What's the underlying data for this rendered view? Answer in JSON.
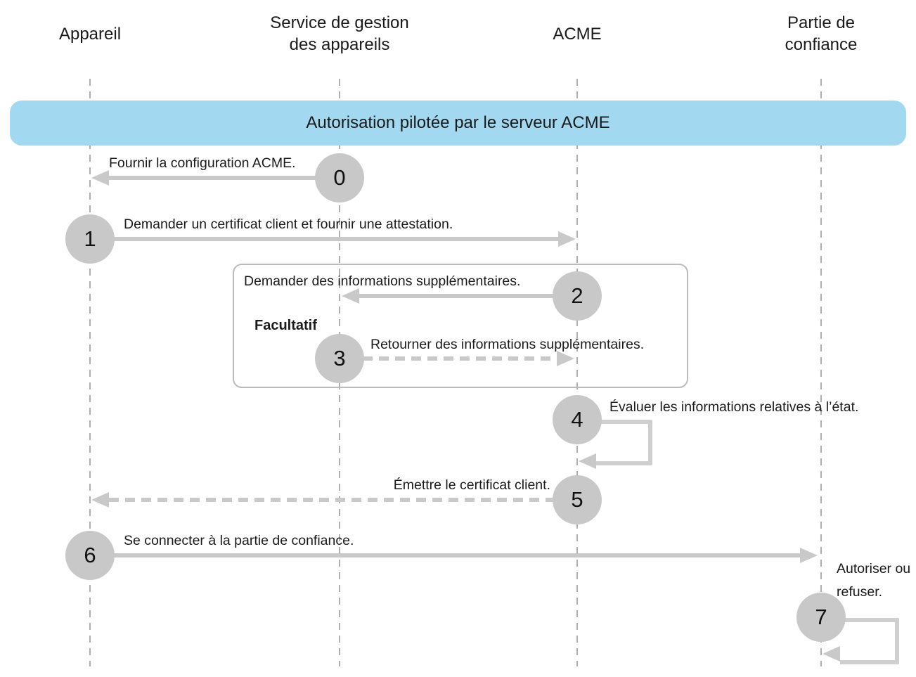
{
  "diagram": {
    "title_banner": "Autorisation pilotée par le serveur ACME",
    "actors": [
      {
        "id": "appareil",
        "line1": "Appareil",
        "line2": ""
      },
      {
        "id": "service-gestion-appareils",
        "line1": "Service de gestion",
        "line2": "des appareils"
      },
      {
        "id": "acme",
        "line1": "ACME",
        "line2": ""
      },
      {
        "id": "partie-confiance",
        "line1": "Partie de",
        "line2": "confiance"
      }
    ],
    "optional_label": "Facultatif",
    "steps": [
      {
        "num": "0",
        "label": "Fournir la configuration ACME.",
        "from": "Service de gestion des appareils",
        "to": "Appareil",
        "line": "solid",
        "direction": "left"
      },
      {
        "num": "1",
        "label": "Demander un certificat client et fournir une attestation.",
        "from": "Appareil",
        "to": "ACME",
        "line": "solid",
        "direction": "right"
      },
      {
        "num": "2",
        "label": "Demander des informations supplémentaires.",
        "from": "ACME",
        "to": "Service de gestion des appareils",
        "line": "solid",
        "direction": "left",
        "optional": true
      },
      {
        "num": "3",
        "label": "Retourner des informations supplémentaires.",
        "from": "Service de gestion des appareils",
        "to": "ACME",
        "line": "dashed",
        "direction": "right",
        "optional": true
      },
      {
        "num": "4",
        "label": "Évaluer les informations relatives à l’état.",
        "from": "ACME",
        "to": "ACME",
        "line": "self-loop"
      },
      {
        "num": "5",
        "label": "Émettre le certificat client.",
        "from": "ACME",
        "to": "Appareil",
        "line": "dashed",
        "direction": "left"
      },
      {
        "num": "6",
        "label": "Se connecter à la partie de confiance.",
        "from": "Appareil",
        "to": "Partie de confiance",
        "line": "solid",
        "direction": "right"
      },
      {
        "num": "7",
        "label": "Autoriser ou refuser.",
        "from": "Partie de confiance",
        "to": "Partie de confiance",
        "line": "self-loop"
      }
    ],
    "colors": {
      "banner_bg": "#A3D9F0",
      "circle_fill": "#C8C8C8",
      "arrow": "#C9C9C9",
      "lifeline": "#AFAFAF",
      "box_border": "#BBBBBB",
      "text": "#1A1A1A"
    }
  }
}
